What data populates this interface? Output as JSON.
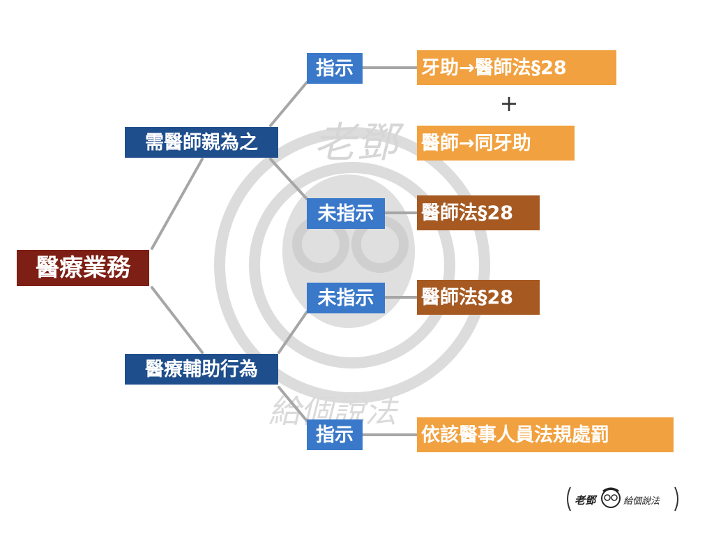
{
  "root": {
    "label": "醫療業務"
  },
  "branches": {
    "physician": {
      "label": "需醫師親為之"
    },
    "assist": {
      "label": "醫療輔助行為"
    }
  },
  "leaves": {
    "p_directed": {
      "label": "指示"
    },
    "p_undirected": {
      "label": "未指示"
    },
    "a_undirected": {
      "label": "未指示"
    },
    "a_directed": {
      "label": "指示"
    }
  },
  "results": {
    "r1": "牙助→醫師法§28",
    "plus": "+",
    "r2": "醫師→同牙助",
    "r3": "醫師法§28",
    "r4": "醫師法§28",
    "r5": "依該醫事人員法規處罰"
  },
  "colors": {
    "root": "#7d1f14",
    "branch": "#1f4e8c",
    "leaf": "#3a78c9",
    "result_light": "#f1a13f",
    "result_dark": "#a65a22",
    "connector": "#a6a6a6"
  },
  "watermark": {
    "text_top": "老鄧",
    "text_bottom": "給個說法"
  },
  "logo": {
    "text_left": "老鄧",
    "text_right": "給個說法"
  }
}
